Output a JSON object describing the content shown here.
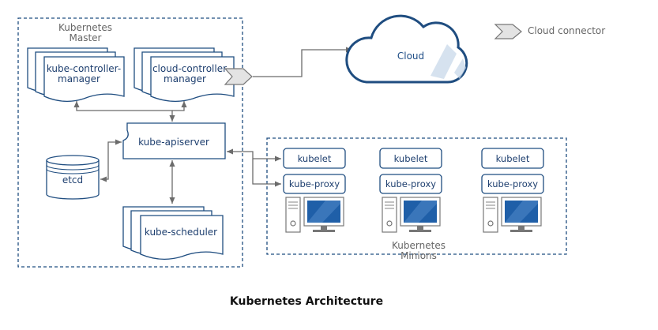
{
  "master": {
    "label_line1": "Kubernetes",
    "label_line2": "Master"
  },
  "minions": {
    "label_line1": "Kubernetes",
    "label_line2": "Minions"
  },
  "components": {
    "kube_controller_manager": {
      "line1": "kube-controller-",
      "line2": "manager"
    },
    "cloud_controller_manager": {
      "line1": "cloud-controller",
      "line2": "manager"
    },
    "kube_apiserver": "kube-apiserver",
    "etcd": "etcd",
    "kube_scheduler": "kube-scheduler"
  },
  "cloud": "Cloud",
  "legend": {
    "cloud_connector": "Cloud connector"
  },
  "nodes": [
    {
      "kubelet": "kubelet",
      "proxy": "kube-proxy"
    },
    {
      "kubelet": "kubelet",
      "proxy": "kube-proxy"
    },
    {
      "kubelet": "kubelet",
      "proxy": "kube-proxy"
    }
  ],
  "caption": "Kubernetes Architecture",
  "colors": {
    "stroke": "#1f4d80",
    "text": "#1e3f6f",
    "connector": "#6b6b6b",
    "monitor_screen": "#1f5fa8"
  }
}
